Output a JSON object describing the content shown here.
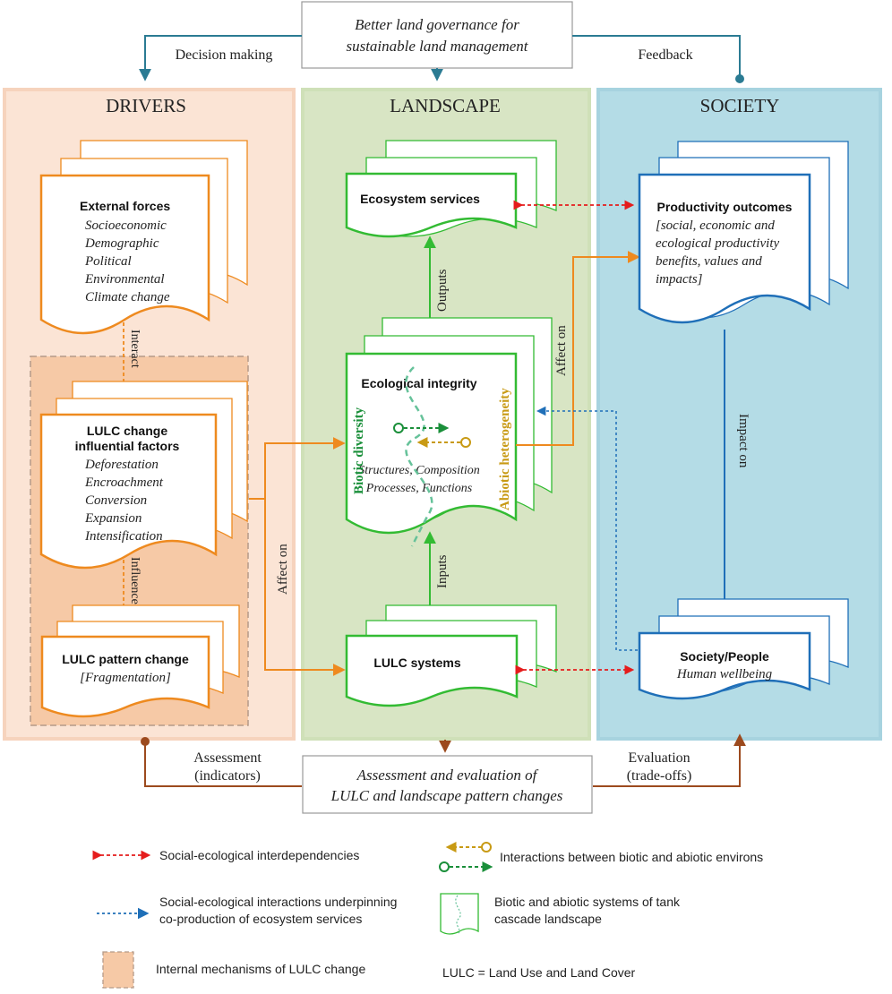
{
  "top_box": {
    "line1": "Better land governance for",
    "line2": "sustainable land management"
  },
  "top_labels": {
    "decision": "Decision making",
    "feedback": "Feedback"
  },
  "columns": {
    "drivers": "DRIVERS",
    "landscape": "LANDSCAPE",
    "society": "SOCIETY"
  },
  "external_forces": {
    "title": "External forces",
    "items": [
      "Socioeconomic",
      "Demographic",
      "Political",
      "Environmental",
      "Climate change"
    ]
  },
  "lulc_factors": {
    "title1": "LULC change",
    "title2": "influential factors",
    "items": [
      "Deforestation",
      "Encroachment",
      "Conversion",
      "Expansion",
      "Intensification"
    ]
  },
  "lulc_pattern": {
    "title": "LULC pattern change",
    "sub": "[Fragmentation]"
  },
  "ecosystem_services": {
    "title": "Ecosystem services"
  },
  "ecological_integrity": {
    "title": "Ecological integrity",
    "line1": "Structures, Composition",
    "line2": "Processes, Functions",
    "biotic": "Biotic diversity",
    "abiotic": "Abiotic heterogeneity"
  },
  "lulc_systems": {
    "title": "LULC  systems"
  },
  "productivity": {
    "title": "Productivity outcomes",
    "lines": [
      "[social, economic and",
      "ecological productivity",
      "benefits, values and",
      "impacts]"
    ]
  },
  "society_people": {
    "title": "Society/People",
    "sub": "Human wellbeing"
  },
  "arrow_labels": {
    "interact": "Interact",
    "influence": "Influence",
    "affect_on_left": "Affect on",
    "affect_on_right": "Affect on",
    "outputs": "Outputs",
    "inputs": "Inputs",
    "impact_on": "Impact on"
  },
  "bottom_box": {
    "line1": "Assessment and evaluation of",
    "line2": "LULC and landscape pattern changes"
  },
  "bottom_labels": {
    "assessment1": "Assessment",
    "assessment2": "(indicators)",
    "evaluation1": "Evaluation",
    "evaluation2": "(trade-offs)"
  },
  "legend": {
    "social_ecological": "Social-ecological interdependencies",
    "interactions_biotic": "Interactions between biotic and abiotic environs",
    "co_production1": "Social-ecological interactions underpinning",
    "co_production2": "co-production of ecosystem services",
    "biotic_systems1": "Biotic and abiotic systems of tank",
    "biotic_systems2": "cascade landscape",
    "internal": "Internal mechanisms of LULC change",
    "lulc_def": "LULC = Land Use and Land Cover"
  },
  "colors": {
    "orange": "#ee8a1f",
    "green": "#33bb33",
    "blue": "#1f6fb8",
    "teal": "#2b7b93",
    "brown": "#9c4a1e",
    "red": "#e51c1c",
    "gold": "#c89a14",
    "darkgreen": "#1a8f3a",
    "drivers_bg": "#fbe4d5",
    "landscape_bg": "#d8e5c4",
    "society_bg": "#b4dce6"
  }
}
